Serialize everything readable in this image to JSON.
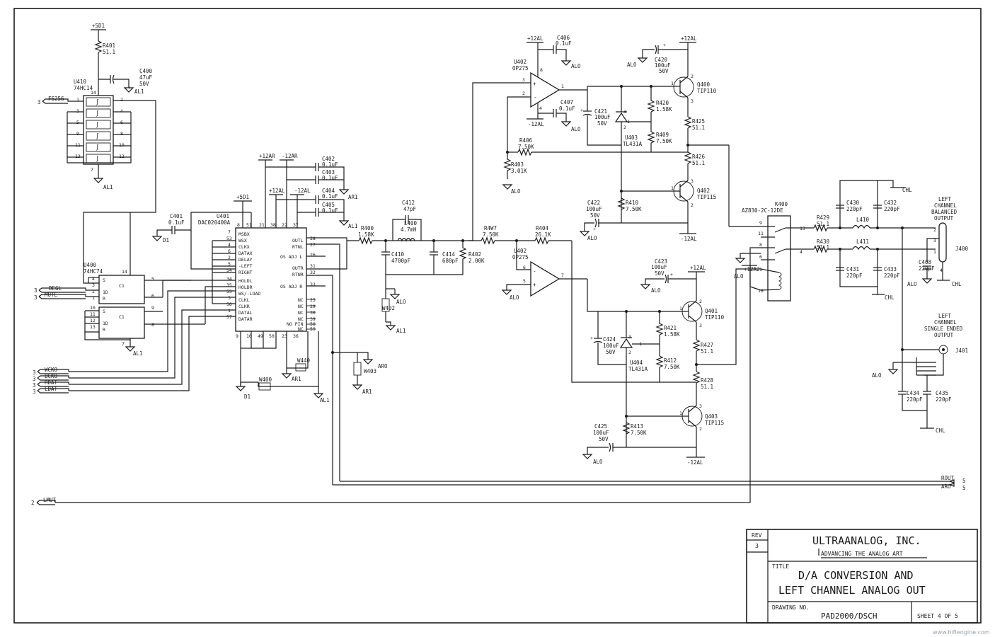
{
  "title_block": {
    "company": "ULTRAANALOG, INC.",
    "slogan": "ADVANCING THE ANALOG ART",
    "rev_label": "REV",
    "rev_value": "3",
    "title_label": "TITLE",
    "title_line1": "D/A CONVERSION AND",
    "title_line2": "LEFT CHANNEL ANALOG OUT",
    "drawing_no_label": "DRAWING NO.",
    "drawing_no": "PAD2000/DSCH",
    "sheet": "SHEET 4 OF 5"
  },
  "watermark": "www.hifiengine.com",
  "connectors": {
    "left": [
      {
        "num": "3",
        "name": "FS256"
      },
      {
        "num": "3",
        "name": "DEGL"
      },
      {
        "num": "3",
        "name": "MUTE"
      },
      {
        "num": "3",
        "name": "WCKO"
      },
      {
        "num": "3",
        "name": "BCKO"
      },
      {
        "num": "3",
        "name": "RDAT"
      },
      {
        "num": "3",
        "name": "LDAT"
      },
      {
        "num": "2",
        "name": "LMUT"
      }
    ],
    "right": [
      {
        "num": "5",
        "name": "ROUT"
      },
      {
        "num": "5",
        "name": "ARO"
      }
    ]
  },
  "rails": {
    "p5d1": "+5D1",
    "p12al": "+12AL",
    "m12al": "-12AL",
    "p12ar": "+12AR",
    "m12ar": "-12AR",
    "p12a2": "+12A2"
  },
  "grounds": {
    "al1": "AL1",
    "ar1": "AR1",
    "d1": "D1",
    "alo": "ALO",
    "aro": "ARO",
    "chl": "CHL"
  },
  "components": {
    "r401": {
      "ref": "R401",
      "val": "51.1"
    },
    "c400": {
      "ref": "C400",
      "val": "47uF",
      "v": "50V"
    },
    "u410": {
      "ref": "U410",
      "part": "74HC14",
      "pins": [
        "1",
        "2",
        "3",
        "4",
        "5",
        "6",
        "9",
        "8",
        "11",
        "10",
        "13",
        "12",
        "14",
        "7"
      ]
    },
    "u400": {
      "ref": "U400",
      "part": "74HC74",
      "pins_a": [
        "4",
        "3",
        "2",
        "1",
        "5",
        "6"
      ],
      "pins_b": [
        "10",
        "11",
        "12",
        "13",
        "9",
        "8"
      ],
      "pwr": [
        "14",
        "7"
      ],
      "labels": [
        "S",
        "C1",
        "1D",
        "R",
        "S",
        "C1",
        "1D",
        "R"
      ]
    },
    "c401": {
      "ref": "C401",
      "val": "0.1uF"
    },
    "u401": {
      "ref": "U401",
      "part": "DAC020400A",
      "left_pins": [
        {
          "n": "7",
          "name": "MSBX"
        },
        {
          "n": "53",
          "name": "WSX"
        },
        {
          "n": "4",
          "name": "CLKX"
        },
        {
          "n": "6",
          "name": "DATAX"
        },
        {
          "n": "2",
          "name": "DELAY"
        },
        {
          "n": "5",
          "name": "-LEFT"
        },
        {
          "n": "54",
          "name": "RIGHT"
        },
        {
          "n": "34",
          "name": "HOLDL"
        },
        {
          "n": "35",
          "name": "HOLDR"
        },
        {
          "n": "55",
          "name": "WS/-LOAD"
        },
        {
          "n": "3",
          "name": "CLKL"
        },
        {
          "n": "56",
          "name": "CLKR"
        },
        {
          "n": "1",
          "name": "DATAL"
        },
        {
          "n": "57",
          "name": "DATAR"
        }
      ],
      "right_pins": [
        {
          "n": "28",
          "name": "OUTL"
        },
        {
          "n": "27",
          "name": "RTNL"
        },
        {
          "n": "26",
          "name": "OS ADJ L"
        },
        {
          "n": "31",
          "name": "OUTR"
        },
        {
          "n": "32",
          "name": "RTNR"
        },
        {
          "n": "33",
          "name": "OS ADJ R"
        }
      ],
      "nc_pins": [
        "25",
        "29",
        "30",
        "39",
        "58",
        "59"
      ],
      "nc_labels": [
        "NC",
        "NC",
        "NC",
        "NC",
        "NO PIN",
        "NC"
      ],
      "top_pins": [
        "8",
        "51",
        "21",
        "38",
        "22",
        "37"
      ],
      "bottom_pins": [
        "9",
        "10",
        "49",
        "50",
        "23",
        "36"
      ]
    },
    "c402": {
      "ref": "C402",
      "val": "0.1uF"
    },
    "c403": {
      "ref": "C403",
      "val": "0.1uF"
    },
    "c404": {
      "ref": "C404",
      "val": "0.1uF"
    },
    "c405": {
      "ref": "C405",
      "val": "0.1uF"
    },
    "r400": {
      "ref": "R400",
      "val": "1.58K"
    },
    "c412": {
      "ref": "C412",
      "val": "47pF"
    },
    "l400": {
      "ref": "L400",
      "val": "4.7mH"
    },
    "c410": {
      "ref": "C410",
      "val": "4700pF"
    },
    "c414": {
      "ref": "C414",
      "val": "680pF"
    },
    "r402": {
      "ref": "R402",
      "val": "2.00K"
    },
    "w402": {
      "ref": "W402"
    },
    "w403": {
      "ref": "W403"
    },
    "w400": {
      "ref": "W400"
    },
    "w440": {
      "ref": "W440"
    },
    "u402a": {
      "ref": "U402",
      "part": "OP275",
      "pins": [
        "8",
        "3",
        "2",
        "4",
        "1"
      ]
    },
    "u402b": {
      "ref": "U402",
      "part": "OP275",
      "pins": [
        "6",
        "5",
        "7"
      ]
    },
    "c406": {
      "ref": "C406",
      "val": "0.1uF"
    },
    "c407": {
      "ref": "C407",
      "val": "0.1uF"
    },
    "c420": {
      "ref": "C420",
      "val": "100uF",
      "v": "50V"
    },
    "q400": {
      "ref": "Q400",
      "part": "TIP110",
      "pins": [
        "1",
        "2",
        "3"
      ]
    },
    "c421": {
      "ref": "C421",
      "val": "100uF",
      "v": "50V"
    },
    "u403": {
      "ref": "U403",
      "part": "TL431A",
      "pins": [
        "1",
        "2",
        "3"
      ]
    },
    "r420": {
      "ref": "R420",
      "val": "1.58K"
    },
    "r409": {
      "ref": "R409",
      "val": "7.50K"
    },
    "r425": {
      "ref": "R425",
      "val": "51.1"
    },
    "r426": {
      "ref": "R426",
      "val": "51.1"
    },
    "r406": {
      "ref": "R406",
      "val": "7.50K"
    },
    "r403": {
      "ref": "R403",
      "val": "3.01K"
    },
    "q402": {
      "ref": "Q402",
      "part": "TIP115",
      "pins": [
        "1",
        "2",
        "3"
      ]
    },
    "r410": {
      "ref": "R410",
      "val": "7.50K"
    },
    "c422": {
      "ref": "C422",
      "val": "100uF",
      "v": "50V"
    },
    "r4w7": {
      "ref": "R4W7",
      "val": "7.50K"
    },
    "r404": {
      "ref": "R404",
      "val": "26.1K"
    },
    "c423": {
      "ref": "C423",
      "val": "100uF",
      "v": "50V"
    },
    "q401": {
      "ref": "Q401",
      "part": "TIP110",
      "pins": [
        "1",
        "2",
        "3"
      ]
    },
    "c424": {
      "ref": "C424",
      "val": "100uF",
      "v": "50V"
    },
    "u404": {
      "ref": "U404",
      "part": "TL431A",
      "pins": [
        "1",
        "2",
        "3"
      ]
    },
    "r421": {
      "ref": "R421",
      "val": "1.58K"
    },
    "r412": {
      "ref": "R412",
      "val": "7.50K"
    },
    "r427": {
      "ref": "R427",
      "val": "51.1"
    },
    "r428": {
      "ref": "R428",
      "val": "51.1"
    },
    "q403": {
      "ref": "Q403",
      "part": "TIP115",
      "pins": [
        "1",
        "2",
        "3"
      ]
    },
    "r413": {
      "ref": "R413",
      "val": "7.50K"
    },
    "c425": {
      "ref": "C425",
      "val": "100uF",
      "v": "50V"
    },
    "k400": {
      "ref": "K400",
      "part": "AZ830-2C-12DE",
      "pins": [
        "9",
        "11",
        "8",
        "6",
        "13",
        "4",
        "1",
        "16"
      ]
    },
    "r429": {
      "ref": "R429",
      "val": "51.1"
    },
    "r430": {
      "ref": "R430",
      "val": "51.1"
    },
    "l410": {
      "ref": "L410"
    },
    "l411": {
      "ref": "L411"
    },
    "c430": {
      "ref": "C430",
      "val": "220pF"
    },
    "c431": {
      "ref": "C431",
      "val": "220pF"
    },
    "c432": {
      "ref": "C432",
      "val": "220pF"
    },
    "c433": {
      "ref": "C433",
      "val": "220pF"
    },
    "c408": {
      "ref": "C408",
      "val": "220pF"
    },
    "j400": {
      "ref": "J400",
      "desc1": "LEFT",
      "desc2": "CHANNEL",
      "desc3": "BALANCED",
      "desc4": "OUTPUT",
      "pins": [
        "2",
        "3",
        "1",
        "4"
      ]
    },
    "j401": {
      "ref": "J401",
      "desc1": "LEFT",
      "desc2": "CHANNEL",
      "desc3": "SINGLE ENDED",
      "desc4": "OUTPUT"
    },
    "c434": {
      "ref": "C434",
      "val": "220pF"
    },
    "c435": {
      "ref": "C435",
      "val": "220pF"
    }
  }
}
